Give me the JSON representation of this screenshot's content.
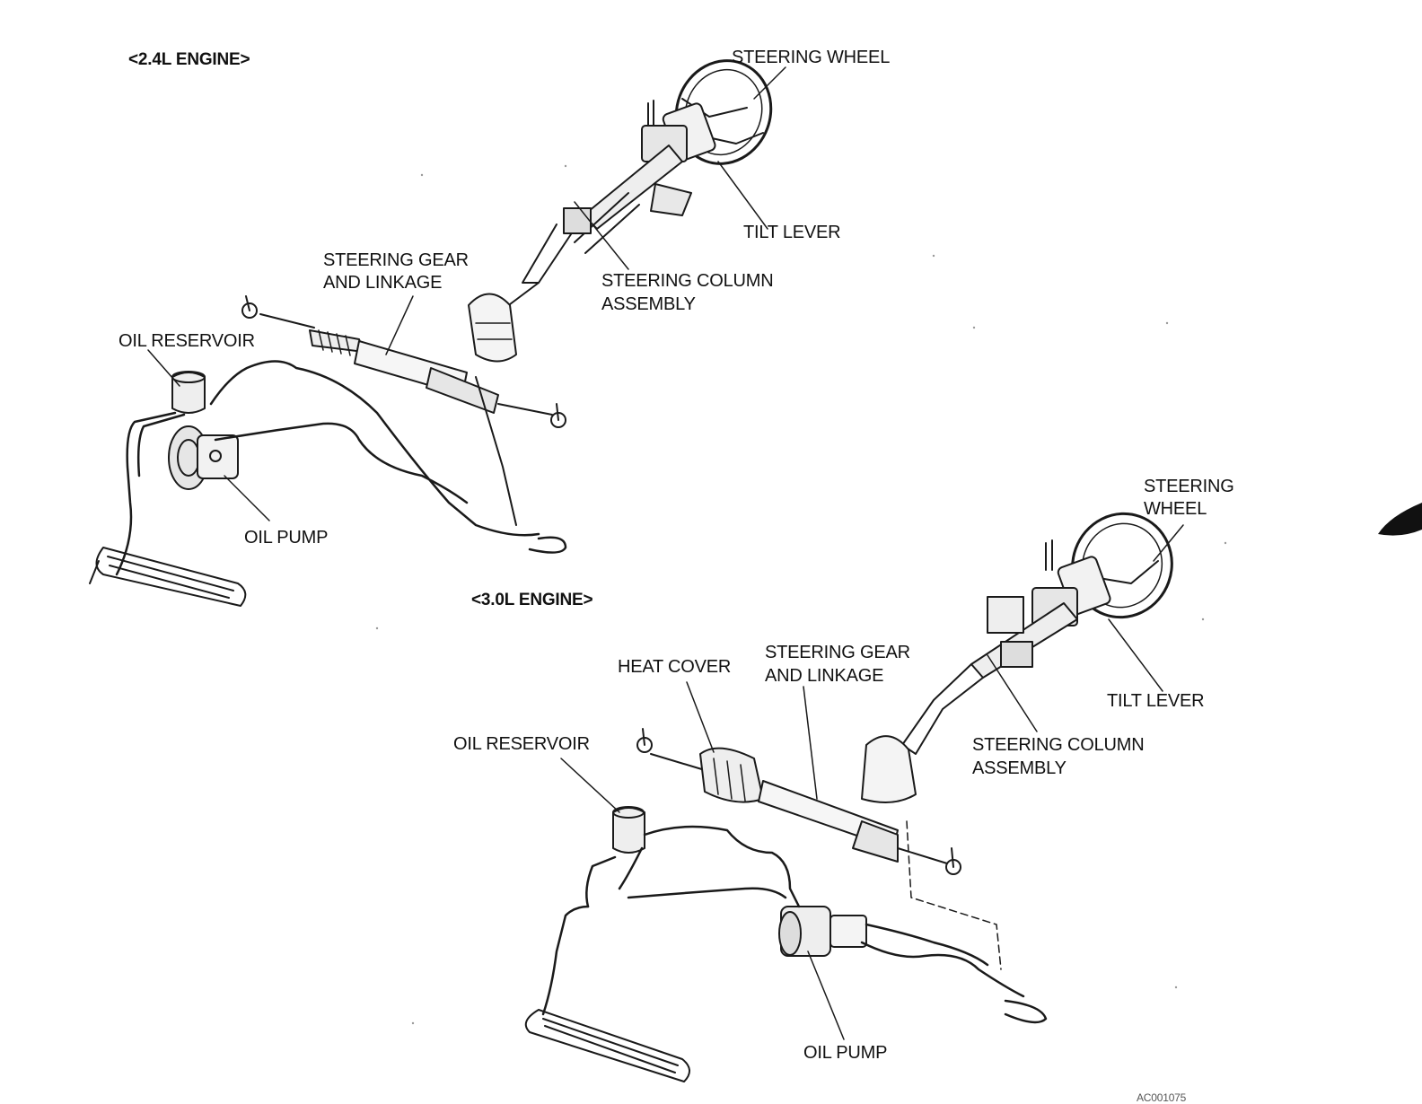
{
  "engines": [
    {
      "heading": "<2.4L ENGINE>",
      "labels": {
        "steering_wheel": "STEERING WHEEL",
        "tilt_lever": "TILT LEVER",
        "steering_column_1": "STEERING COLUMN",
        "steering_column_2": "ASSEMBLY",
        "steering_gear_1": "STEERING GEAR",
        "steering_gear_2": "AND LINKAGE",
        "oil_reservoir": "OIL RESERVOIR",
        "oil_pump": "OIL PUMP"
      }
    },
    {
      "heading": "<3.0L ENGINE>",
      "labels": {
        "steering_wheel_1": "STEERING",
        "steering_wheel_2": "WHEEL",
        "tilt_lever": "TILT LEVER",
        "steering_column_1": "STEERING COLUMN",
        "steering_column_2": "ASSEMBLY",
        "steering_gear_1": "STEERING GEAR",
        "steering_gear_2": "AND LINKAGE",
        "heat_cover": "HEAT COVER",
        "oil_reservoir": "OIL RESERVOIR",
        "oil_pump": "OIL PUMP"
      }
    }
  ],
  "figure_number": "AC001075"
}
